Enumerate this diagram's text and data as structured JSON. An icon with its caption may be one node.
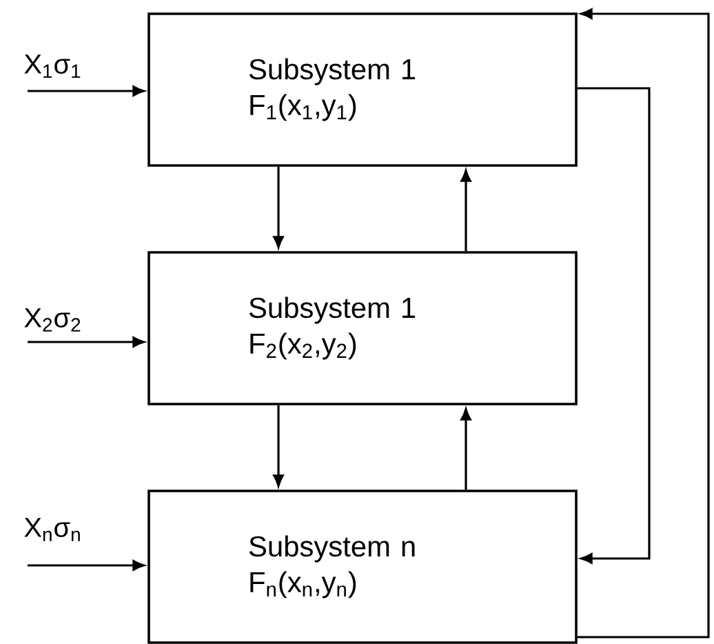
{
  "diagram": {
    "nodes": [
      {
        "text": [
          "Subsystem 1",
          "F$_{1}$(x$_{1}$,y$_{1}$)"
        ]
      },
      {
        "text": [
          "Subsystem 1",
          "F$_{2}$(x$_{2}$,y$_{2}$)"
        ]
      },
      {
        "text": [
          "Subsystem n",
          "F$_{n}$(x$_{n}$,y$_{n}$)"
        ]
      }
    ],
    "edges": [
      {
        "from": null,
        "to": 0,
        "arrow": "to",
        "label": "X$_{1}$σ$_{1}$"
      },
      {
        "from": null,
        "to": 1,
        "arrow": "to",
        "label": "X$_{2}$σ$_{2}$"
      },
      {
        "from": null,
        "to": 2,
        "arrow": "to",
        "label": "X$_{n}$σ$_{n}$"
      },
      {
        "from": 0,
        "to": 1,
        "arrow": "to"
      },
      {
        "from": 1,
        "to": 0,
        "arrow": "to"
      },
      {
        "from": 1,
        "to": 2,
        "arrow": "to"
      },
      {
        "from": 2,
        "to": 1,
        "arrow": "to"
      },
      {
        "from": 0,
        "to": 2,
        "arrow": "to"
      },
      {
        "from": 2,
        "to": 0,
        "arrow": "to"
      }
    ]
  }
}
